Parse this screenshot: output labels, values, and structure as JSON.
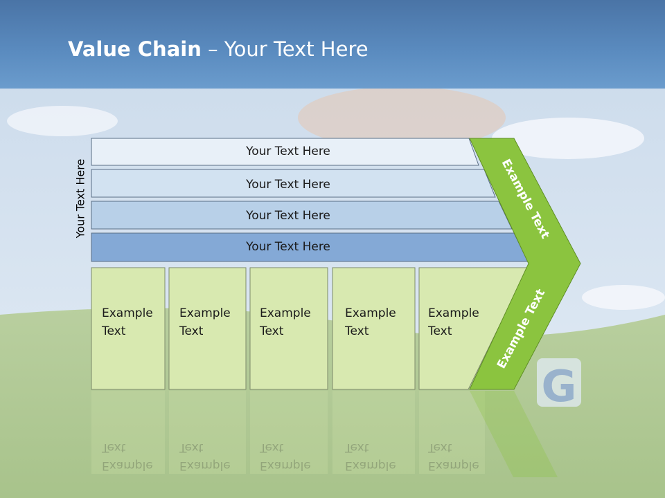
{
  "title": {
    "bold": "Value Chain",
    "rest": " – Your Text Here"
  },
  "side_label": "Your Text Here",
  "rows": [
    "Your Text Here",
    "Your Text Here",
    "Your Text Here",
    "Your Text Here"
  ],
  "boxes": [
    {
      "line1": "Example",
      "line2": "Text"
    },
    {
      "line1": "Example",
      "line2": "Text"
    },
    {
      "line1": "Example",
      "line2": "Text"
    },
    {
      "line1": "Example",
      "line2": "Text"
    },
    {
      "line1": "Example",
      "line2": "Text"
    }
  ],
  "chevron": {
    "top": "Example Text",
    "bottom": "Example Text"
  },
  "colors": {
    "row1": "#e8f0f8",
    "row2": "#d2e2f1",
    "row3": "#b8d0e8",
    "row4": "#84a9d6",
    "box": "#d8e9b0",
    "chevron": "#8bc43f",
    "title_bar": "#5b8cc0"
  }
}
